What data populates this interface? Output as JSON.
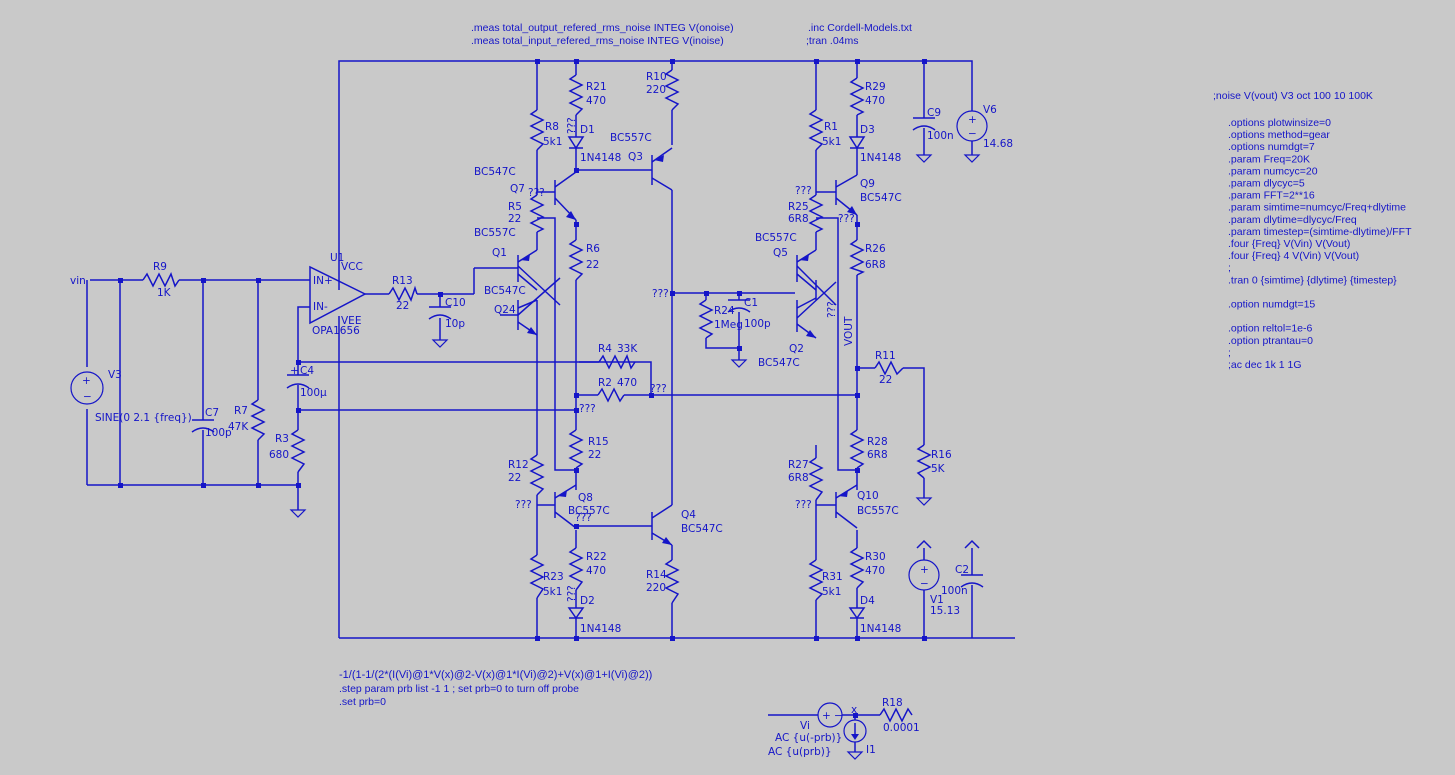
{
  "colors": {
    "background": "#c9c9c9",
    "schematic": "#1515c8"
  },
  "directives": {
    "meas_output": ".meas total_output_refered_rms_noise INTEG V(onoise)",
    "meas_input": ".meas total_input_refered_rms_noise INTEG V(inoise)",
    "inc": ".inc Cordell-Models.txt",
    "tran": ";tran .04ms",
    "noise": ";noise V(vout) V3 oct 100 10 100K",
    "options": [
      ".options plotwinsize=0",
      ".options method=gear",
      ".options numdgt=7",
      ".param Freq=20K",
      ".param numcyc=20",
      ".param dlycyc=5",
      ".param FFT=2**16",
      ".param simtime=numcyc/Freq+dlytime",
      ".param dlytime=dlycyc/Freq",
      ".param timestep=(simtime-dlytime)/FFT",
      ".four {Freq} V(Vin) V(Vout)",
      ".four {Freq} 4 V(Vin) V(Vout)",
      ";",
      ".tran 0 {simtime} {dlytime} {timestep}",
      "",
      ".option numdgt=15",
      "",
      ".option reltol=1e-6",
      ".option ptrantau=0",
      ";",
      ";ac dec 1k 1 1G"
    ],
    "formula": "-1/(1-1/(2*(I(Vi)@1*V(x)@2-V(x)@1*I(Vi)@2)+V(x)@1+I(Vi)@2))",
    "step": ".step param prb list -1 1 ; set prb=0 to turn off probe",
    "set": ".set prb=0"
  },
  "nets": {
    "vin": "vin",
    "vout": "VOUT",
    "x": "x",
    "unknown": "???"
  },
  "components": {
    "V3": {
      "name": "V3",
      "value": "SINE(0 2.1 {freq})"
    },
    "R9": {
      "name": "R9",
      "value": "1K"
    },
    "C7": {
      "name": "C7",
      "value": "100p"
    },
    "R7": {
      "name": "R7",
      "value": "47K"
    },
    "U1": {
      "name": "U1",
      "model": "OPA1656",
      "pins": {
        "inp": "IN+",
        "inn": "IN-",
        "vcc": "VCC",
        "vee": "VEE"
      }
    },
    "C4": {
      "name": "C4",
      "value": "100µ"
    },
    "R3": {
      "name": "R3",
      "value": "680"
    },
    "R13": {
      "name": "R13",
      "value": "22"
    },
    "C10": {
      "name": "C10",
      "value": "10p"
    },
    "R8": {
      "name": "R8",
      "value": "5k1"
    },
    "R21": {
      "name": "R21",
      "value": "470"
    },
    "D1": {
      "name": "D1",
      "value": "1N4148"
    },
    "Q3": {
      "name": "Q3",
      "model": "BC557C"
    },
    "R10": {
      "name": "R10",
      "value": "220"
    },
    "Q7": {
      "name": "Q7",
      "model": "BC547C"
    },
    "R5": {
      "name": "R5",
      "value": "22"
    },
    "Q1": {
      "name": "Q1",
      "model": "BC557C"
    },
    "R6": {
      "name": "R6",
      "value": "22"
    },
    "Q24": {
      "name": "Q24",
      "model": "BC547C"
    },
    "R4": {
      "name": "R4",
      "value": "33K"
    },
    "R2": {
      "name": "R2",
      "value": "470"
    },
    "R15": {
      "name": "R15",
      "value": "22"
    },
    "R12": {
      "name": "R12",
      "value": "22"
    },
    "Q8": {
      "name": "Q8",
      "model": "BC557C"
    },
    "Q4": {
      "name": "Q4",
      "model": "BC547C"
    },
    "R22": {
      "name": "R22",
      "value": "470"
    },
    "R23": {
      "name": "R23",
      "value": "5k1"
    },
    "D2": {
      "name": "D2",
      "value": "1N4148"
    },
    "R14": {
      "name": "R14",
      "value": "220"
    },
    "R24": {
      "name": "R24",
      "value": "1Meg"
    },
    "C1": {
      "name": "C1",
      "value": "100p"
    },
    "R1": {
      "name": "R1",
      "value": "5k1"
    },
    "R29": {
      "name": "R29",
      "value": "470"
    },
    "D3": {
      "name": "D3",
      "value": "1N4148"
    },
    "Q9": {
      "name": "Q9",
      "model": "BC547C"
    },
    "R25": {
      "name": "R25",
      "value": "6R8"
    },
    "Q5": {
      "name": "Q5",
      "model": "BC557C"
    },
    "R26": {
      "name": "R26",
      "value": "6R8"
    },
    "Q2": {
      "name": "Q2",
      "model": "BC547C"
    },
    "R11": {
      "name": "R11",
      "value": "22"
    },
    "R16": {
      "name": "R16",
      "value": "5K"
    },
    "R28": {
      "name": "R28",
      "value": "6R8"
    },
    "R27": {
      "name": "R27",
      "value": "6R8"
    },
    "Q10": {
      "name": "Q10",
      "model": "BC557C"
    },
    "R30": {
      "name": "R30",
      "value": "470"
    },
    "R31": {
      "name": "R31",
      "value": "5k1"
    },
    "D4": {
      "name": "D4",
      "value": "1N4148"
    },
    "C9": {
      "name": "C9",
      "value": "100n"
    },
    "V6": {
      "name": "V6",
      "value": "14.68"
    },
    "V1": {
      "name": "V1",
      "value": "15.13"
    },
    "C2": {
      "name": "C2",
      "value": "100n"
    },
    "R18": {
      "name": "R18",
      "value": "0.0001"
    },
    "Vi": {
      "name": "Vi",
      "value": "AC {u(-prb)}"
    },
    "I1": {
      "name": "I1",
      "value": "AC {u(prb)}"
    }
  }
}
